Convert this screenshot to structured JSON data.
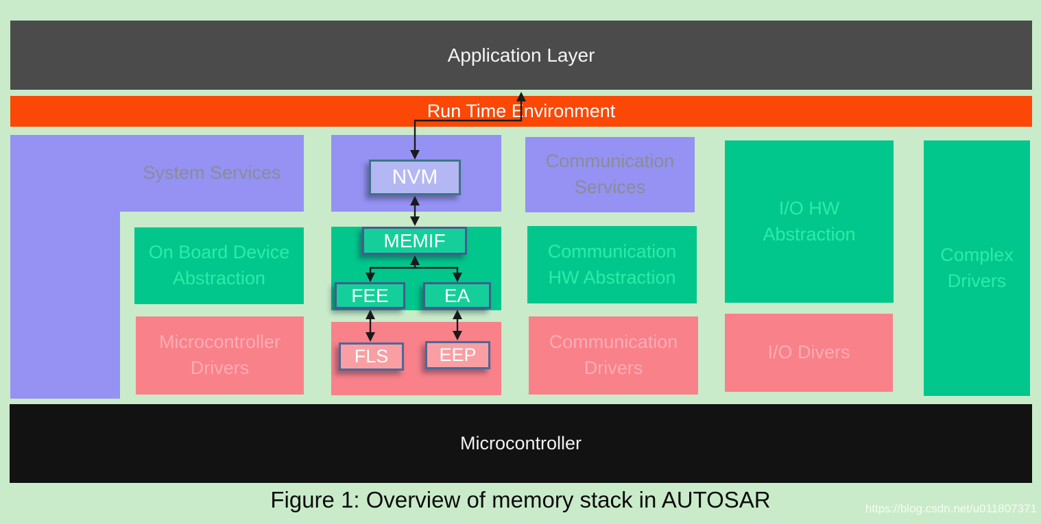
{
  "layers": {
    "application": "Application Layer",
    "runtime": "Run Time Environment",
    "microcontroller": "Microcontroller"
  },
  "blocks": {
    "system_services": "System Services",
    "on_board_device_abstraction": "On Board Device Abstraction",
    "microcontroller_drivers": "Microcontroller Drivers",
    "communication_services": "Communication Services",
    "communication_hw_abstraction": "Communication HW Abstraction",
    "communication_drivers": "Communication Drivers",
    "io_hw_abstraction": "I/O HW Abstraction",
    "io_drivers": "I/O Divers",
    "complex_drivers": "Complex Drivers"
  },
  "modules": {
    "nvm": "NVM",
    "memif": "MEMIF",
    "fee": "FEE",
    "ea": "EA",
    "fls": "FLS",
    "eep": "EEP"
  },
  "caption": "Figure 1: Overview of memory stack in AUTOSAR",
  "watermark": "https://blog.csdn.net/u011807371",
  "colors": {
    "background": "#c9ebc9",
    "application_bar": "#4b4b4b",
    "runtime_bar": "#fb4806",
    "microcontroller_bar": "#121212",
    "services_purple": "#9592f3",
    "abstraction_green": "#01c78d",
    "drivers_pink": "#f8818a",
    "nvm_fill": "#b4b7f3",
    "module_green_fill": "#14cf9a",
    "module_pink_fill": "#f99fa3",
    "nvm_border": "#3c7584",
    "module_green_border": "#475a90",
    "module_pink_border": "#49699b",
    "services_label_text": "#8b8b99",
    "green_label_text": "#2eeba6",
    "pink_label_text": "#fbadb6",
    "arrow": "#1a1a1a"
  }
}
